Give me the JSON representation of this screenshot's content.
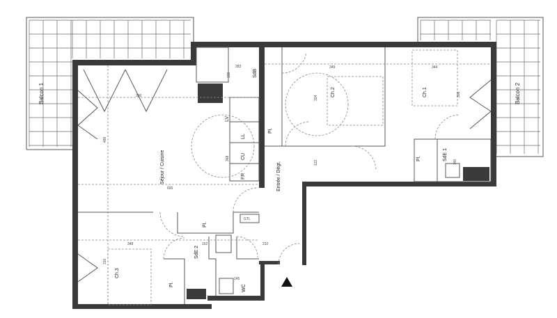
{
  "rooms": {
    "balcon1": "Balcon 1",
    "balcon2": "Balcon 2",
    "sejour": "Séjour / Cuisine",
    "ch1": "Ch.1",
    "ch2": "Ch.2",
    "ch3": "Ch.3",
    "sdb": "SdB",
    "sde1": "SdE 1",
    "sde2": "SdE 2",
    "wc": "WC",
    "pl": "Pl.",
    "entree": "Entrée / Dégt.",
    "gtl": "GTL"
  },
  "appliances": [
    "LV",
    "FR",
    "CU",
    "LL"
  ],
  "dimensions": {
    "sejour_w": "390",
    "sejour_h": "489",
    "sejour_w2": "600",
    "kitchen_h": "368",
    "sdb_w": "283",
    "sdb_h": "188",
    "ch2_w": "349",
    "ch2_h": "324",
    "ch1_w": "344",
    "ch1_h": "306",
    "entree": "122",
    "sde1": "140",
    "ch3_w": "348",
    "ch3_h": "310",
    "sde2": "152",
    "wc": "145",
    "deg": "232"
  }
}
